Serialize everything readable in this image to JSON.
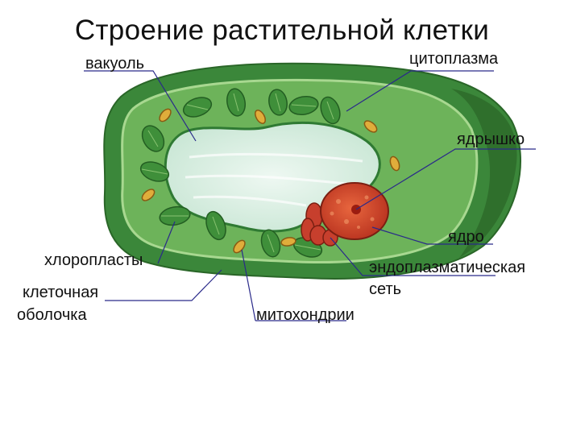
{
  "title": "Строение растительной клетки",
  "labels": {
    "vacuole": "вакуоль",
    "cytoplasm": "цитоплазма",
    "nucleolus": "ядрышко",
    "nucleus": "ядро",
    "chloroplasts": "хлоропласты",
    "er_line1": "эндоплазматическая",
    "er_line2": "сеть",
    "wall_line1": "клеточная",
    "wall_line2": "оболочка",
    "mitochondria": "митохондрии"
  },
  "colors": {
    "wall_outer": "#3d8a3a",
    "wall_dark": "#2f6f2c",
    "cytoplasm": "#6fb35c",
    "vacuole": "#d9efe6",
    "chloroplast": "#3f8f3a",
    "mitochondria": "#d8a53a",
    "nucleus": "#d8452a",
    "er": "#c0392b",
    "leader": "#1a1a7a"
  }
}
